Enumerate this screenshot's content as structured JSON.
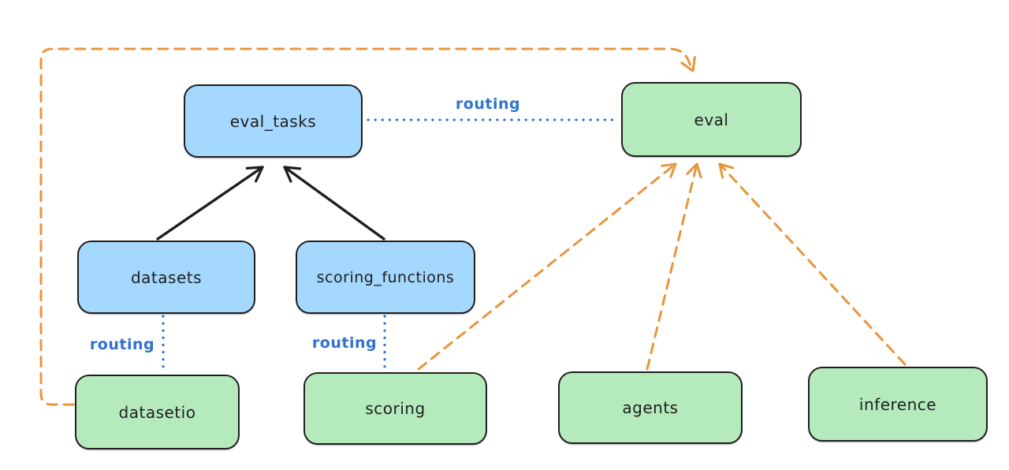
{
  "diagram": {
    "nodes": {
      "eval_tasks": {
        "label": "eval_tasks",
        "fill": "#a5d8ff"
      },
      "eval": {
        "label": "eval",
        "fill": "#b5ebbc"
      },
      "datasets": {
        "label": "datasets",
        "fill": "#a5d8ff"
      },
      "scoring_functions": {
        "label": "scoring_functions",
        "fill": "#a5d8ff"
      },
      "datasetio": {
        "label": "datasetio",
        "fill": "#b5ebbc"
      },
      "scoring": {
        "label": "scoring",
        "fill": "#b5ebbc"
      },
      "agents": {
        "label": "agents",
        "fill": "#b5ebbc"
      },
      "inference": {
        "label": "inference",
        "fill": "#b5ebbc"
      }
    },
    "edge_labels": {
      "eval_tasks_eval": "routing",
      "datasets_datasetio": "routing",
      "scoring_functions_scoring": "routing"
    },
    "edges": [
      {
        "from": "datasets",
        "to": "eval_tasks",
        "style": "solid",
        "color": "#1e1e1e",
        "arrow": true
      },
      {
        "from": "scoring_functions",
        "to": "eval_tasks",
        "style": "solid",
        "color": "#1e1e1e",
        "arrow": true
      },
      {
        "from": "eval_tasks",
        "to": "eval",
        "style": "dotted",
        "color": "#2f72cf",
        "arrow": false,
        "label": "routing"
      },
      {
        "from": "datasets",
        "to": "datasetio",
        "style": "dotted",
        "color": "#2f72cf",
        "arrow": false,
        "label": "routing"
      },
      {
        "from": "scoring_functions",
        "to": "scoring",
        "style": "dotted",
        "color": "#2f72cf",
        "arrow": false,
        "label": "routing"
      },
      {
        "from": "datasetio",
        "to": "eval",
        "style": "dashed",
        "color": "#e8953d",
        "arrow": true
      },
      {
        "from": "scoring",
        "to": "eval",
        "style": "dashed",
        "color": "#e8953d",
        "arrow": true
      },
      {
        "from": "agents",
        "to": "eval",
        "style": "dashed",
        "color": "#e8953d",
        "arrow": true
      },
      {
        "from": "inference",
        "to": "eval",
        "style": "dashed",
        "color": "#e8953d",
        "arrow": true
      }
    ],
    "colors": {
      "background": "#ffffff",
      "node_border": "#1e1e1e",
      "blue_node_fill": "#a5d8ff",
      "green_node_fill": "#b5ebbc",
      "routing_blue": "#2f72cf",
      "orange_dash": "#e8953d",
      "black_arrow": "#1e1e1e"
    }
  }
}
